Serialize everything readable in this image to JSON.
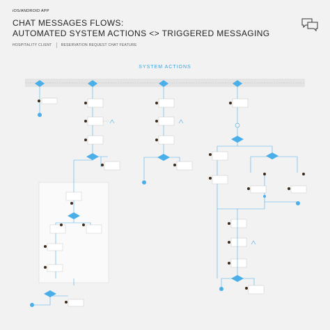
{
  "header": {
    "app_label": "iOS/ANDROID APP",
    "title_line1": "CHAT MESSAGES FLOWS:",
    "title_line2": "AUTOMATED SYSTEM ACTIONS <> TRIGGERED MESSAGING",
    "client": "HOSPITALITY CLIENT",
    "feature": "RESERVATION REQUEST CHAT FEATURE"
  },
  "section_title": "SYSTEM ACTIONS",
  "colors": {
    "accent": "#4aaee8",
    "heading": "#3aa3e3",
    "background": "#f2f2f2"
  },
  "icons": [
    "chat-bubbles-icon"
  ]
}
